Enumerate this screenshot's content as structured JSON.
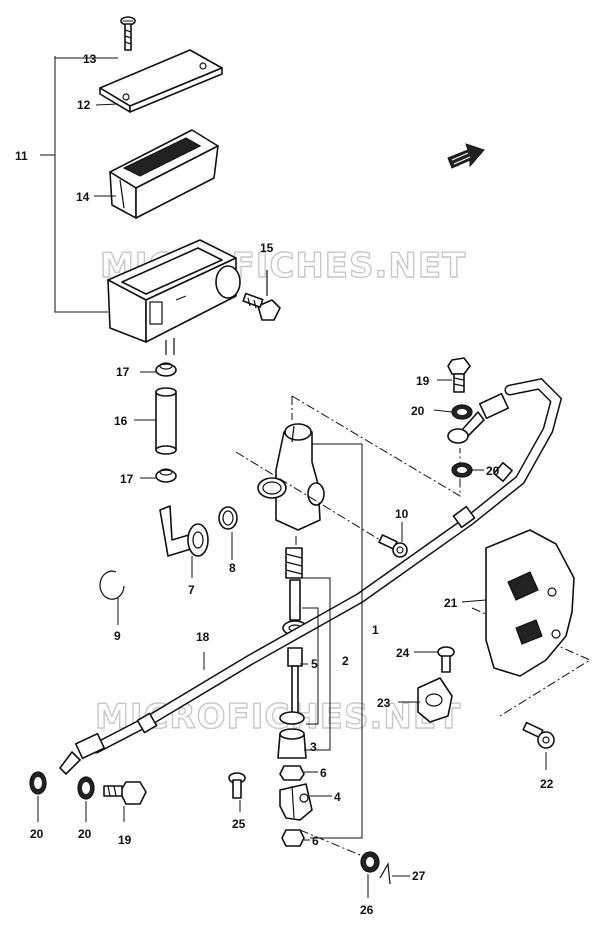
{
  "watermark": {
    "text_top": "MICROFICHES.NET",
    "text_bottom": "MICROFICHES.NET"
  },
  "callouts": {
    "c1": "1",
    "c2": "2",
    "c3": "3",
    "c4": "4",
    "c5": "5",
    "c6a": "6",
    "c6b": "6",
    "c7": "7",
    "c8": "8",
    "c9": "9",
    "c10": "10",
    "c11": "11",
    "c12": "12",
    "c13": "13",
    "c14": "14",
    "c15": "15",
    "c16": "16",
    "c17a": "17",
    "c17b": "17",
    "c18": "18",
    "c19a": "19",
    "c19b": "19",
    "c20a": "20",
    "c20b": "20",
    "c20c": "20",
    "c20d": "20",
    "c21": "21",
    "c22": "22",
    "c23": "23",
    "c24": "24",
    "c25": "25",
    "c26": "26",
    "c27": "27"
  },
  "icons": {
    "front_arrow": "front-direction-arrow-icon"
  }
}
